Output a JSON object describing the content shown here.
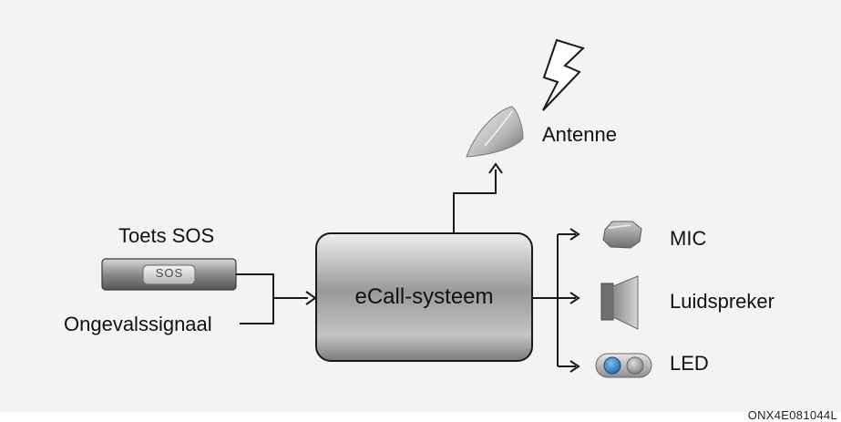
{
  "diagram": {
    "labels": {
      "sos_button_title": "Toets SOS",
      "sos_button_text": "SOS",
      "accident_signal": "Ongevalssignaal",
      "system": "eCall-systeem",
      "antenna": "Antenne",
      "mic": "MIC",
      "speaker": "Luidspreker",
      "led": "LED"
    },
    "figure_code": "ONX4E081044L"
  },
  "colors": {
    "background": "#f3f3f3",
    "line": "#1a1a1a",
    "led_blue": "#2f7fc0"
  },
  "icons": [
    "lightning-icon",
    "antenna-icon",
    "sos-button-icon",
    "mic-icon",
    "speaker-icon",
    "led-icon"
  ]
}
